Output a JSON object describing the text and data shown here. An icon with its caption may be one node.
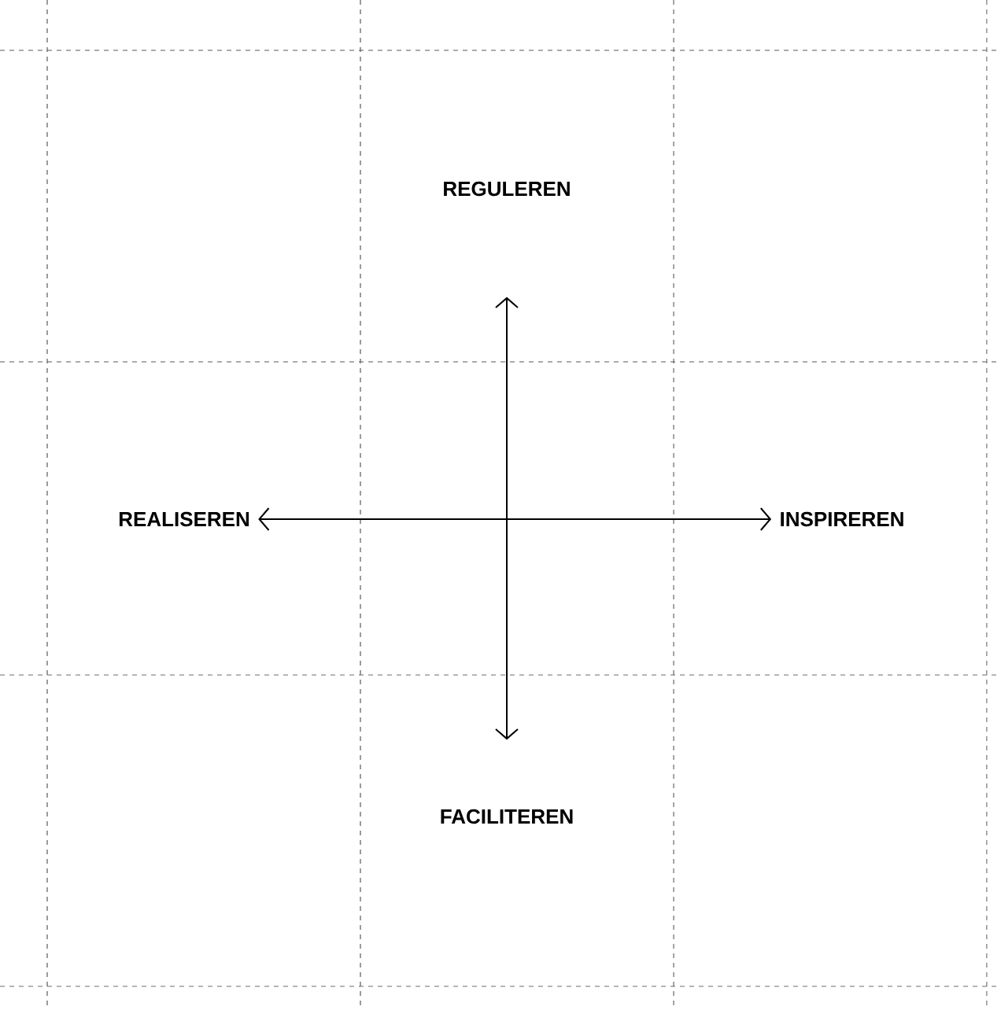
{
  "diagram": {
    "nodes": [
      {
        "text": [
          "REGULEREN"
        ]
      },
      {
        "text": [
          "REALISEREN"
        ]
      },
      {
        "text": [
          "INSPIREREN"
        ]
      },
      {
        "text": [
          "FACILITEREN"
        ]
      }
    ],
    "edges": [
      {
        "from": 0,
        "to": 3,
        "arrow": "both"
      },
      {
        "from": 1,
        "to": 2,
        "arrow": "both"
      }
    ]
  }
}
